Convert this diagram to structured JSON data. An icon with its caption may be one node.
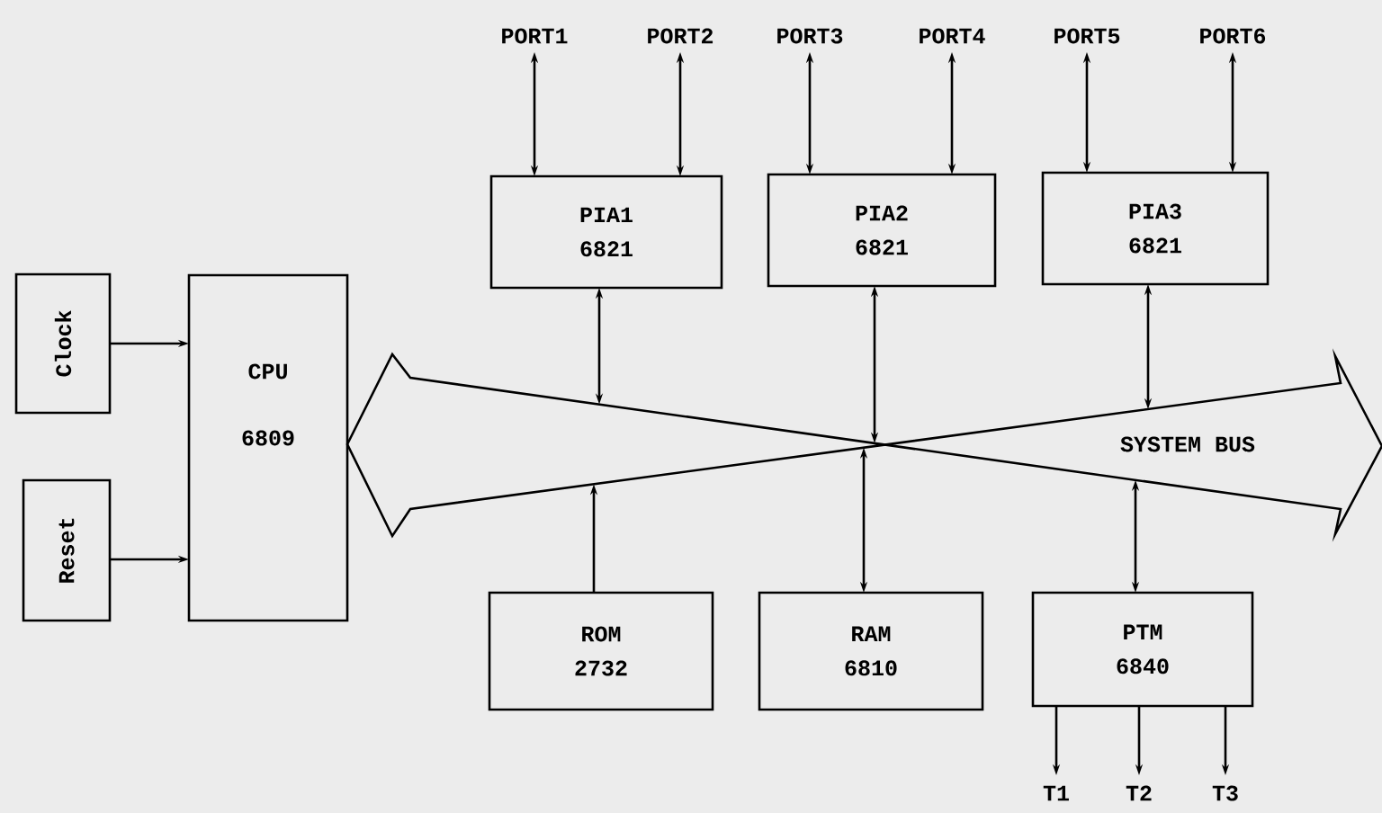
{
  "diagram": {
    "nodes": [
      {
        "text": [
          "PORT1"
        ]
      },
      {
        "text": [
          "PORT2"
        ]
      },
      {
        "text": [
          "PORT3"
        ]
      },
      {
        "text": [
          "PORT4"
        ]
      },
      {
        "text": [
          "PORT5"
        ]
      },
      {
        "text": [
          "PORT6"
        ]
      },
      {
        "text": [
          "PIA1",
          "6821"
        ]
      },
      {
        "text": [
          "PIA2",
          "6821"
        ]
      },
      {
        "text": [
          "PIA3",
          "6821"
        ]
      },
      {
        "text": [
          "Clock"
        ]
      },
      {
        "text": [
          "CPU",
          "6809"
        ]
      },
      {
        "text": [
          "Reset"
        ]
      },
      {
        "text": [
          "SYSTEM BUS"
        ]
      },
      {
        "text": [
          "ROM",
          "2732"
        ]
      },
      {
        "text": [
          "RAM",
          "6810"
        ]
      },
      {
        "text": [
          "PTM",
          "6840"
        ]
      },
      {
        "text": [
          "T1"
        ]
      },
      {
        "text": [
          "T2"
        ]
      },
      {
        "text": [
          "T3"
        ]
      }
    ],
    "edges": [
      {
        "from": 6,
        "to": 0,
        "arrow": "both"
      },
      {
        "from": 6,
        "to": 1,
        "arrow": "both"
      },
      {
        "from": 7,
        "to": 2,
        "arrow": "both"
      },
      {
        "from": 7,
        "to": 3,
        "arrow": "both"
      },
      {
        "from": 8,
        "to": 4,
        "arrow": "both"
      },
      {
        "from": 8,
        "to": 5,
        "arrow": "both"
      },
      {
        "from": 9,
        "to": 10,
        "arrow": "to"
      },
      {
        "from": 11,
        "to": 10,
        "arrow": "to"
      },
      {
        "from": 6,
        "to": 12,
        "arrow": "both"
      },
      {
        "from": 7,
        "to": 12,
        "arrow": "both"
      },
      {
        "from": 8,
        "to": 12,
        "arrow": "both"
      },
      {
        "from": 13,
        "to": 12,
        "arrow": "to"
      },
      {
        "from": 14,
        "to": 12,
        "arrow": "both"
      },
      {
        "from": 15,
        "to": 12,
        "arrow": "both"
      },
      {
        "from": 15,
        "to": 16,
        "arrow": "to"
      },
      {
        "from": 15,
        "to": 17,
        "arrow": "to"
      },
      {
        "from": 15,
        "to": 18,
        "arrow": "to"
      }
    ]
  }
}
